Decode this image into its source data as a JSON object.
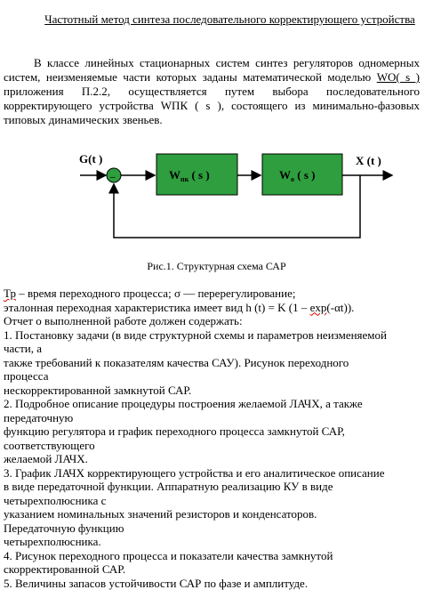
{
  "title": "Частотный метод синтеза последовательного корректирующего устройства",
  "intro": {
    "part1": "В классе линейных стационарных систем синтез регуляторов одномерных систем, неизменяемые части которых заданы математической моделью ",
    "wo": "WO(  s  )",
    "part2": " приложения П.2.2, осуществляется путем выбора последовательного корректирующего устройства WПК ( s ), состоящего из минимально-фазовых типовых динамических звеньев."
  },
  "diagram": {
    "input_label": "G(t )",
    "output_label": "X (t )",
    "block1_main": "W",
    "block1_sub": "пк",
    "block1_arg": " ( s )",
    "block2_main": "W",
    "block2_sub": "o",
    "block2_arg": " ( s )",
    "block_color": "#2e9e3e",
    "summer_color": "#2e9e3e"
  },
  "caption": "Рис.1. Структурная схема САР",
  "line_tp_a": "Тр",
  "line_tp_b": " – время переходного процесса; σ — перерегулирование;",
  "line_et_a": "эталонная переходная характеристика имеет вид h (t) = K (1 – ",
  "line_et_b": "exp",
  "line_et_c": "(-αt)).",
  "lines": [
    "Отчет о выполненной работе должен содержать:",
    "1. Постановку задачи (в виде структурной схемы и параметров неизменяемой",
    "части, а",
    "также требований к показателям качества САУ). Рисунок переходного",
    "процесса",
    "нескорректированной замкнутой САР.",
    "2. Подробное описание процедуры построения желаемой ЛАЧХ, а также",
    "передаточную",
    "функцию регулятора и график переходного процесса замкнутой САР,",
    "соответствующего",
    "желаемой ЛАЧХ.",
    "3. График ЛАЧХ корректирующего устройства и его аналитическое описание",
    "в виде передаточной функции. Аппаратную реализацию КУ в виде",
    "четырехполюсника с",
    "указанием номинальных значений резисторов и конденсаторов.",
    "Передаточную функцию",
    "четырехполюсника.",
    "4. Рисунок переходного процесса и показатели качества замкнутой",
    "скорректированной САР.",
    "5. Величины запасов устойчивости САР по фазе и амплитуде."
  ]
}
